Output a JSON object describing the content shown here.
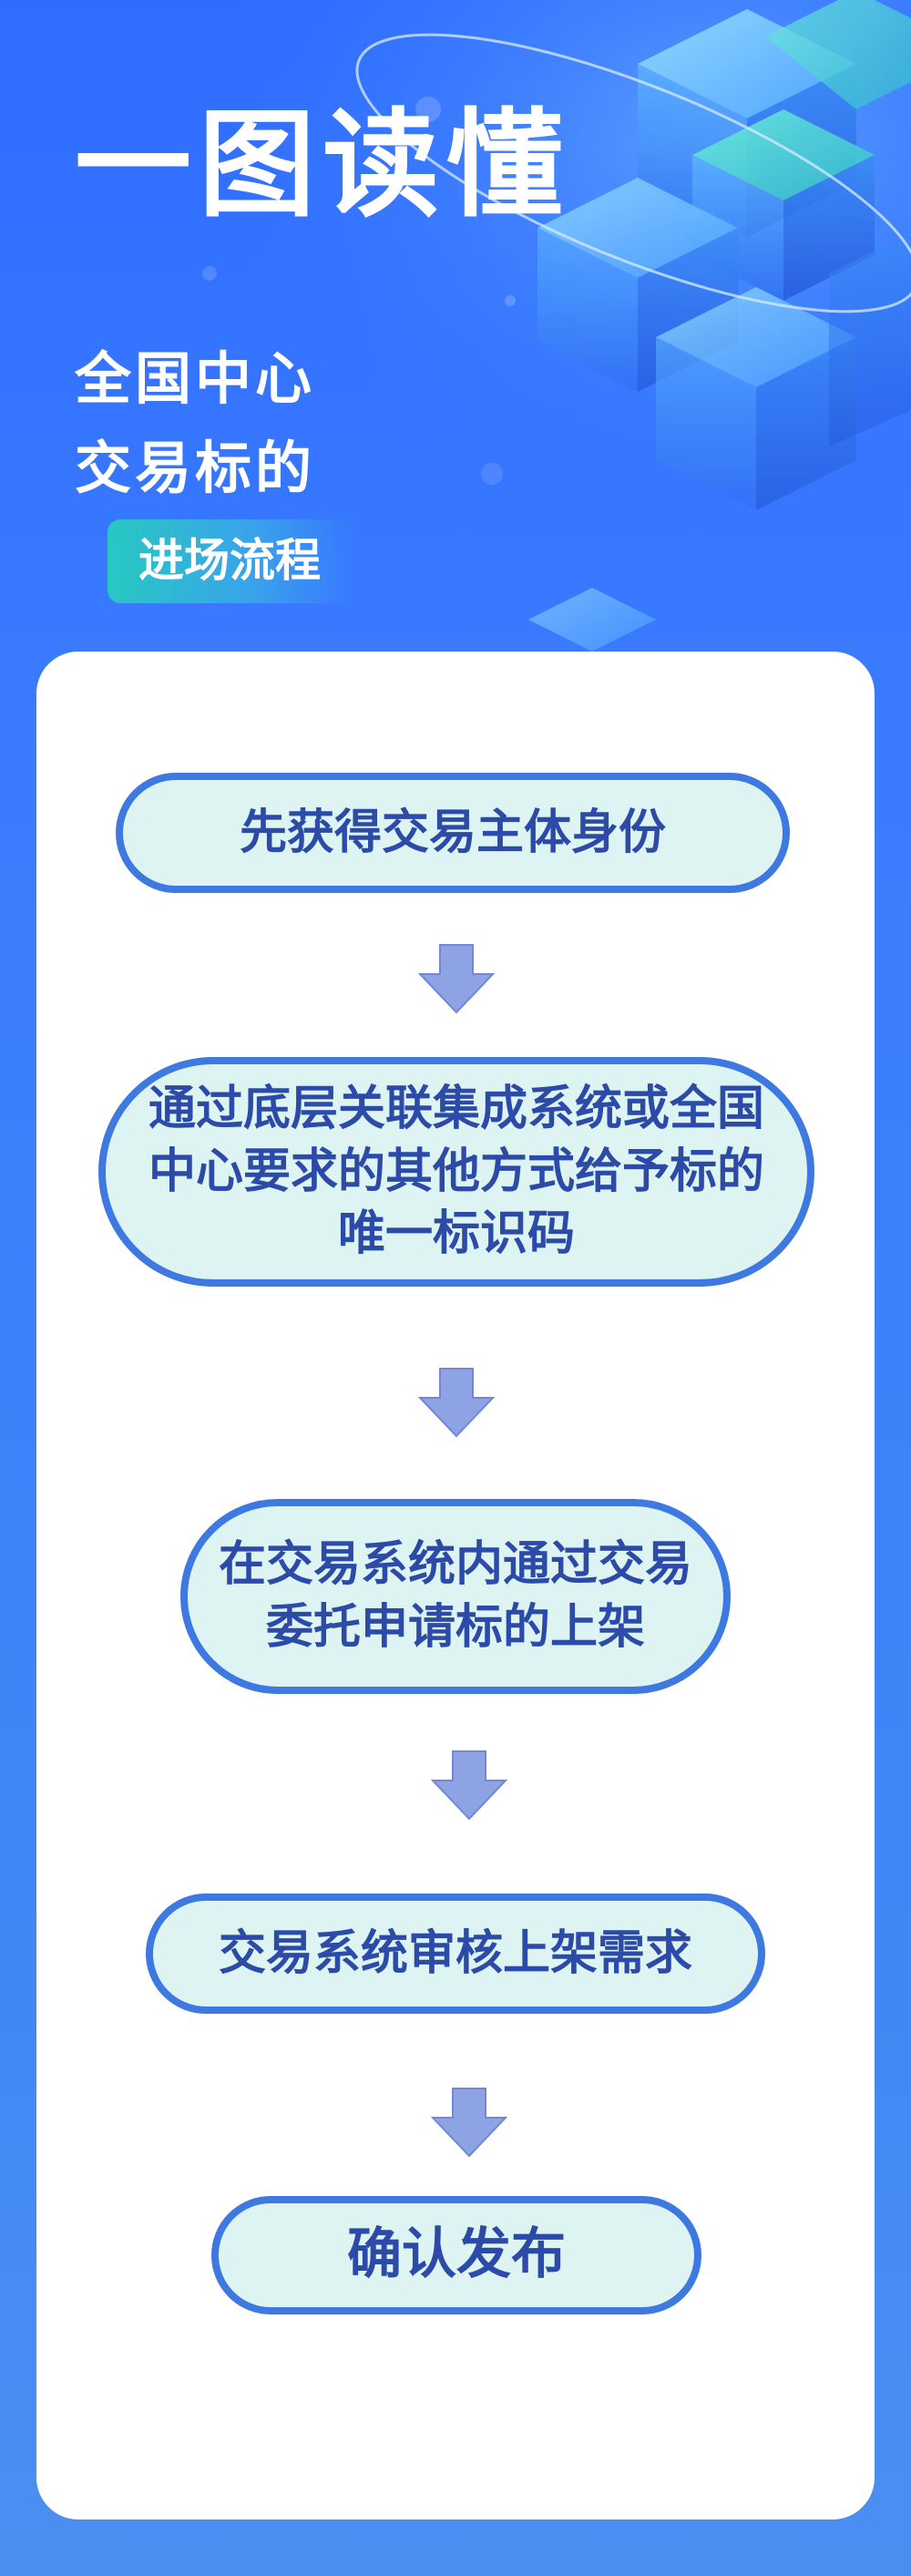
{
  "header": {
    "title": "一图读懂",
    "subtitle_line1": "全国中心",
    "subtitle_line2": "交易标的",
    "tag": "进场流程"
  },
  "flow": {
    "steps": [
      "先获得交易主体身份",
      "通过底层关联集成系统或全国中心要求的其他方式给予标的唯一标识码",
      "在交易系统内通过交易委托申请标的上架",
      "交易系统审核上架需求",
      "确认发布"
    ]
  },
  "colors": {
    "background": "#3b7cff",
    "step_fill": "#ddf4f2",
    "step_border": "#3d79e0",
    "step_text": "#2c4aa8",
    "arrow": "#8ea3e3",
    "tag": "#28c8c2"
  }
}
